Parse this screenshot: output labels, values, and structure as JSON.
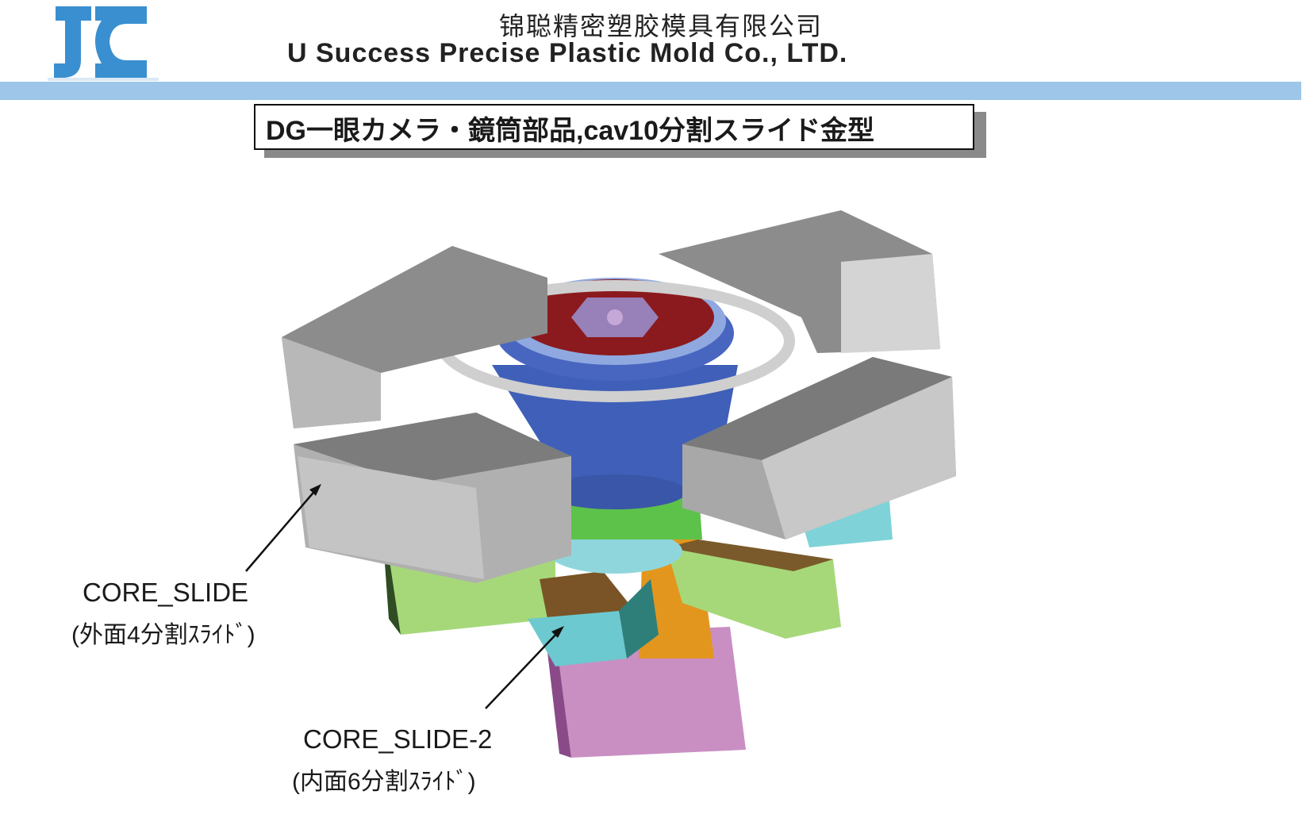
{
  "header": {
    "logo_text": "JC",
    "company_cn": "锦聪精密塑胶模具有限公司",
    "company_en": "U Success Precise Plastic Mold Co., LTD.",
    "brand_color": "#3a8fd0",
    "band_color": "#9dc6e8"
  },
  "slide": {
    "title": "DG一眼カメラ・鏡筒部品,cav10分割スライド金型"
  },
  "callouts": [
    {
      "label": "CORE_SLIDE",
      "note": "(外面4分割ｽﾗｲﾄﾞ)"
    },
    {
      "label": "CORE_SLIDE-2",
      "note": "(内面6分割ｽﾗｲﾄﾞ)"
    }
  ]
}
